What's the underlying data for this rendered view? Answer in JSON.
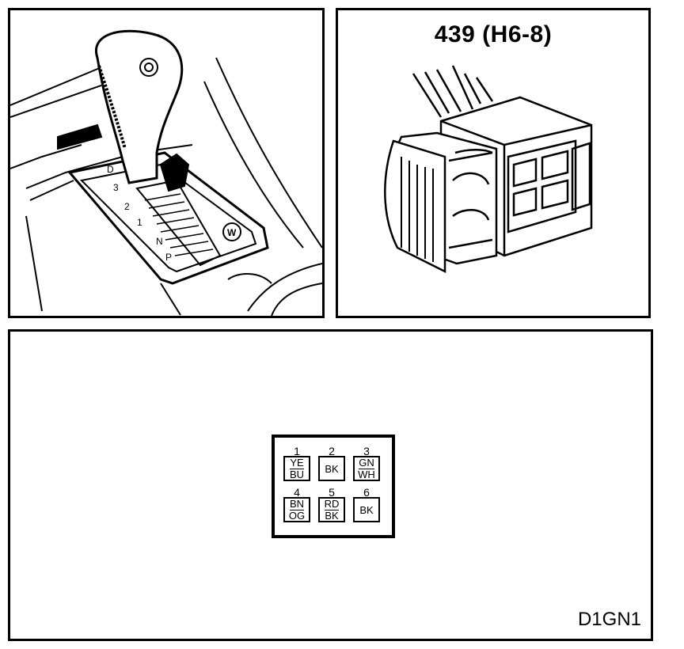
{
  "connector": {
    "title": "439 (H6-8)"
  },
  "pinout": {
    "code": "D1GN1",
    "pins": [
      {
        "number": "1",
        "line1": "YE",
        "line2": "BU"
      },
      {
        "number": "2",
        "line1": "BK",
        "line2": ""
      },
      {
        "number": "3",
        "line1": "GN",
        "line2": "WH"
      },
      {
        "number": "4",
        "line1": "BN",
        "line2": "OG"
      },
      {
        "number": "5",
        "line1": "RD",
        "line2": "BK"
      },
      {
        "number": "6",
        "line1": "BK",
        "line2": ""
      }
    ]
  },
  "shifter": {
    "gates": [
      "D",
      "3",
      "2",
      "1",
      "N",
      "P"
    ]
  }
}
